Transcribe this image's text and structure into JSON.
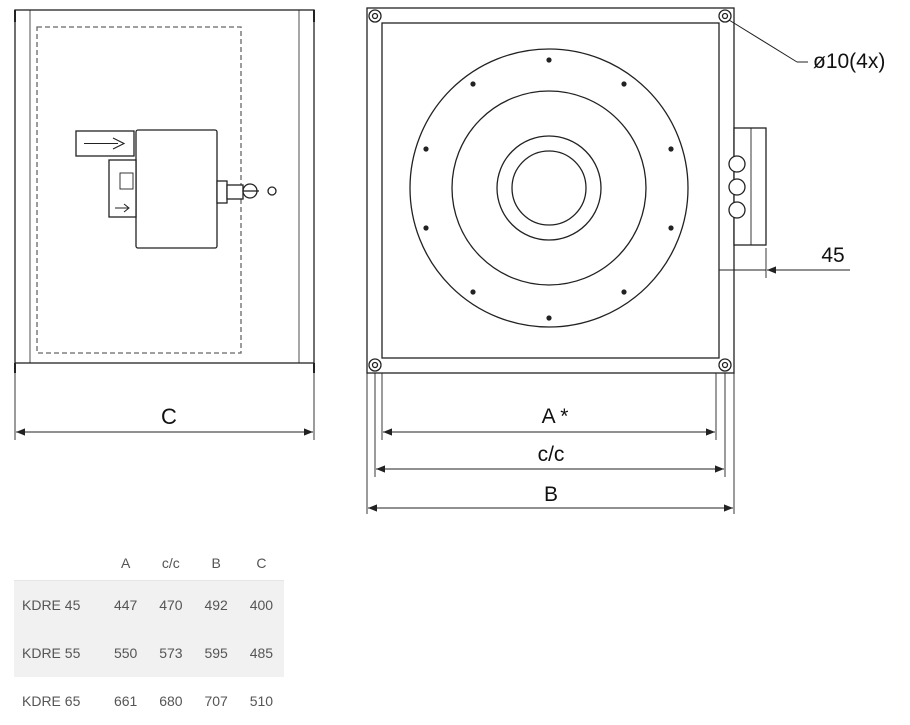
{
  "drawing": {
    "labels": {
      "side_width": "C",
      "front_a": "A *",
      "front_cc": "c/c",
      "front_b": "B",
      "hole_callout": "ø10(4x)",
      "box_offset": "45"
    }
  },
  "table": {
    "headers": [
      "",
      "A",
      "c/c",
      "B",
      "C"
    ],
    "rows": [
      {
        "model": "KDRE 45",
        "A": "447",
        "cc": "470",
        "B": "492",
        "C": "400"
      },
      {
        "model": "KDRE 55",
        "A": "550",
        "cc": "573",
        "B": "595",
        "C": "485"
      },
      {
        "model": "KDRE 65",
        "A": "661",
        "cc": "680",
        "B": "707",
        "C": "510"
      }
    ]
  },
  "colors": {
    "line": "#222222",
    "dashed": "#666666",
    "table_text": "#555555",
    "row_shade": "#f1f1f1"
  }
}
